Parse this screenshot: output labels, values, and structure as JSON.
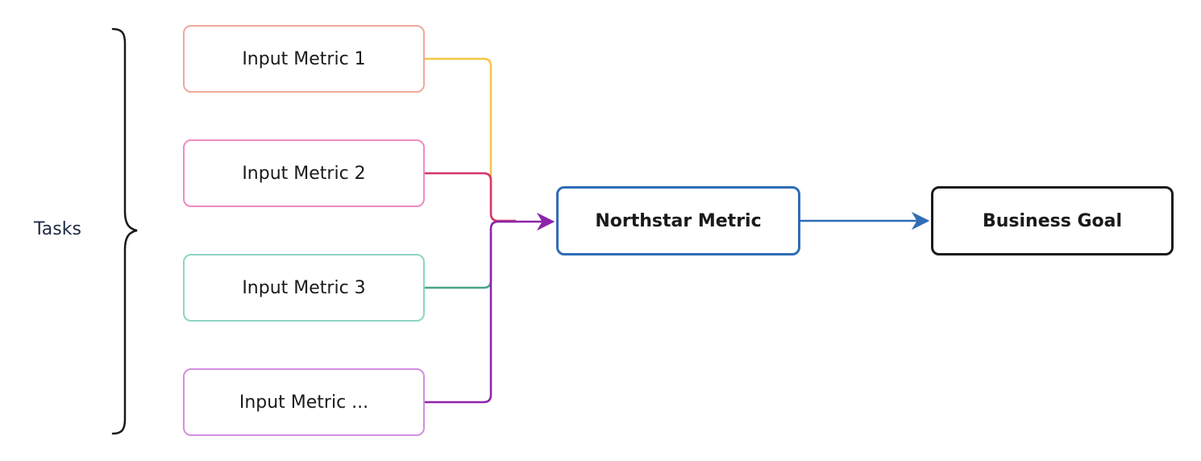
{
  "tasks_label": "Tasks",
  "inputs": [
    {
      "label": "Input Metric 1",
      "border_color": "#efa99a",
      "connector_color": "#f5c542"
    },
    {
      "label": "Input Metric 2",
      "border_color": "#ef8ac0",
      "connector_color": "#d6336c"
    },
    {
      "label": "Input Metric 3",
      "border_color": "#8dd5c4",
      "connector_color": "#4aa58b"
    },
    {
      "label": "Input Metric ...",
      "border_color": "#d38fe0",
      "connector_color": "#8e24aa"
    }
  ],
  "northstar": {
    "label": "Northstar Metric",
    "border_color": "#2f6db5"
  },
  "goal": {
    "label": "Business Goal",
    "border_color": "#1a1a1a"
  },
  "colors": {
    "arrow_to_northstar": "#8e24aa",
    "arrow_to_goal": "#2f6db5",
    "brace": "#1a1a1a",
    "text": "#1a1a1a",
    "tasks_text": "#1f2a44"
  }
}
